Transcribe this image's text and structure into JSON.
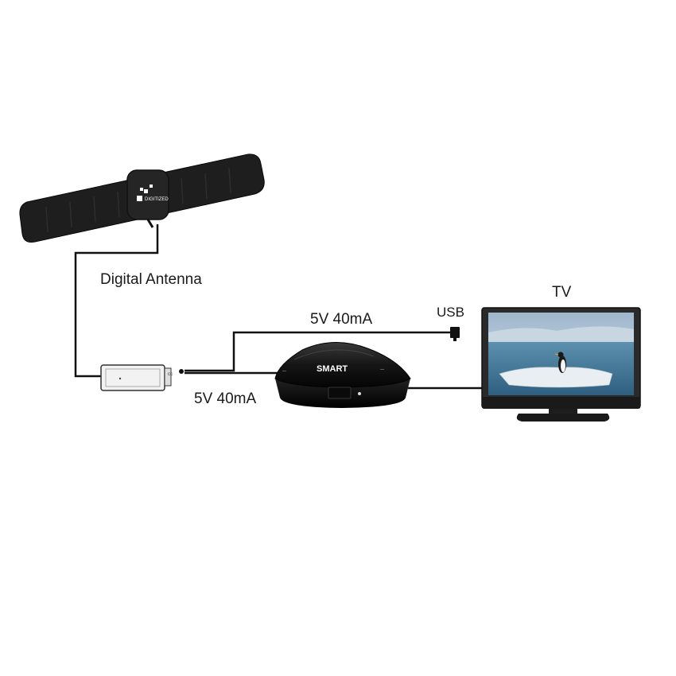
{
  "labels": {
    "antenna": "Digital Antenna",
    "tv": "TV",
    "usb": "USB",
    "power_upper": "5V 40mA",
    "power_lower": "5V 40mA"
  },
  "logos": {
    "antenna_brand": "DIGITIZED",
    "receiver_brand": "SMART"
  },
  "colors": {
    "background": "#ffffff",
    "device_black": "#1c1c1c",
    "cable": "#111111",
    "tv_frame": "#2a2a2a",
    "sky": "#b8cde0",
    "sea": "#4f88a8",
    "ice": "#e8eef2"
  },
  "icons": [
    "antenna-icon",
    "signal-amplifier-icon",
    "receiver-icon",
    "usb-plug-icon",
    "tv-icon",
    "penguin-icon"
  ]
}
